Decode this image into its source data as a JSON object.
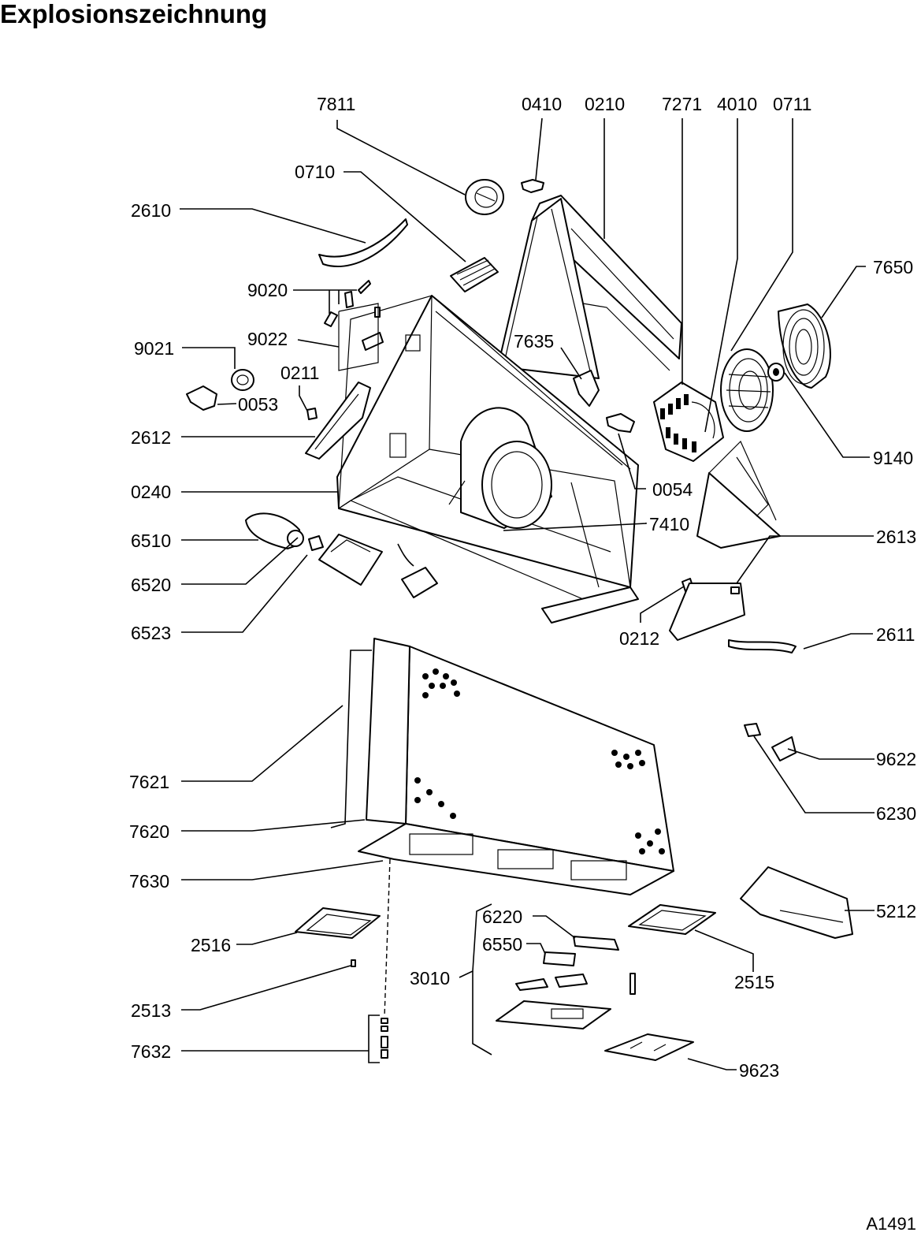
{
  "title": "Explosionszeichnung",
  "document_code": "A1491",
  "part_labels": {
    "p7811": "7811",
    "p0410": "0410",
    "p0210": "0210",
    "p7271": "7271",
    "p4010": "4010",
    "p0711": "0711",
    "p0710": "0710",
    "p2610": "2610",
    "p7650": "7650",
    "p9020": "9020",
    "p9022": "9022",
    "p7635": "7635",
    "p9021": "9021",
    "p0211": "0211",
    "p0053": "0053",
    "p2612": "2612",
    "p9140": "9140",
    "p0054": "0054",
    "p0240": "0240",
    "p7410": "7410",
    "p6510": "6510",
    "p2613": "2613",
    "p6520": "6520",
    "p6523": "6523",
    "p0212": "0212",
    "p2611": "2611",
    "p9622": "9622",
    "p7621": "7621",
    "p6230": "6230",
    "p7620": "7620",
    "p7630": "7630",
    "p5212": "5212",
    "p6220": "6220",
    "p2516": "2516",
    "p6550": "6550",
    "p3010": "3010",
    "p2515": "2515",
    "p2513": "2513",
    "p7632": "7632",
    "p9623": "9623"
  }
}
